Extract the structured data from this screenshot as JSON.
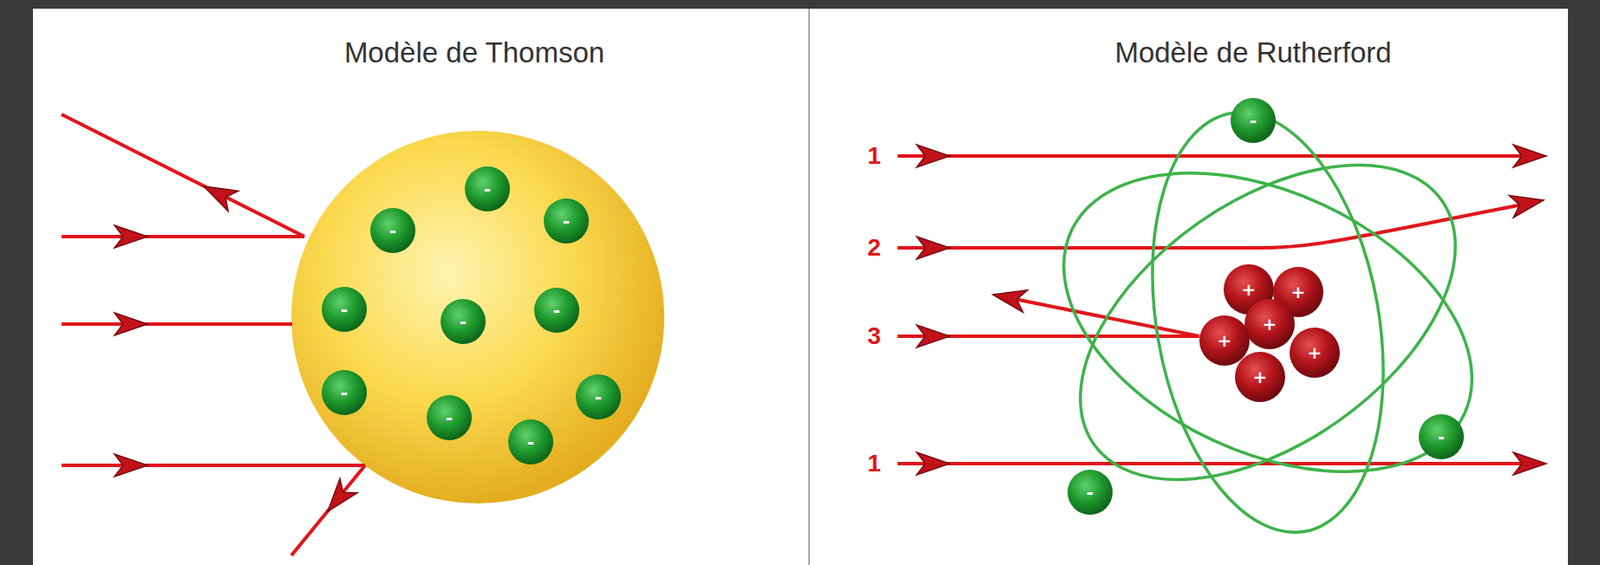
{
  "diagram": {
    "nodes": [
      {
        "text": [
          "-"
        ]
      },
      {
        "text": [
          "-"
        ]
      },
      {
        "text": [
          "-"
        ]
      },
      {
        "text": [
          "-"
        ]
      },
      {
        "text": [
          "-"
        ]
      },
      {
        "text": [
          "-"
        ]
      },
      {
        "text": [
          "-"
        ]
      },
      {
        "text": [
          "-"
        ]
      },
      {
        "text": [
          "-"
        ]
      },
      {
        "text": [
          "-"
        ]
      },
      {
        "text": [
          "-"
        ]
      },
      {
        "text": [
          "+"
        ]
      },
      {
        "text": [
          "+"
        ]
      },
      {
        "text": [
          "+"
        ]
      },
      {
        "text": [
          "+"
        ]
      },
      {
        "text": [
          "+"
        ]
      },
      {
        "text": [
          "+"
        ]
      },
      {
        "text": [
          "-"
        ]
      },
      {
        "text": [
          "-"
        ]
      }
    ],
    "labels": [
      "Modèle de Thomson",
      "Modèle de Rutherford",
      "1",
      "2",
      "3",
      "1"
    ]
  }
}
